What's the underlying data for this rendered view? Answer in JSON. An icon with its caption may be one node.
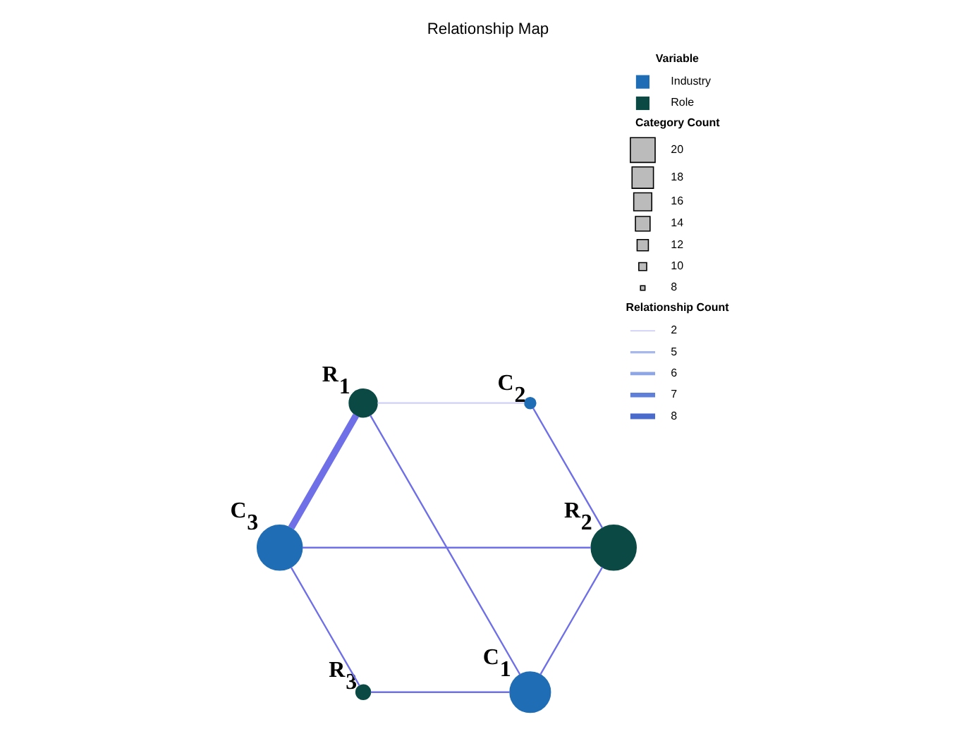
{
  "diagram": {
    "title": "Relationship Map",
    "nodes": [
      {
        "text": [],
        "shape": "circle",
        "beside": [
          "C$_{1}$"
        ]
      },
      {
        "text": [],
        "shape": "circle",
        "beside": [
          "C$_{2}$"
        ]
      },
      {
        "text": [],
        "shape": "circle",
        "beside": [
          "R$_{2}$"
        ]
      },
      {
        "text": [],
        "shape": "circle",
        "beside": [
          "C$_{3}$"
        ]
      },
      {
        "text": [],
        "shape": "circle",
        "beside": [
          "R$_{3}$"
        ]
      },
      {
        "text": [],
        "shape": "circle",
        "beside": [
          "R$_{1}$"
        ]
      }
    ],
    "edges": [
      {
        "from": 0,
        "to": 2,
        "arrow": "none"
      },
      {
        "from": 0,
        "to": 4,
        "arrow": "none"
      },
      {
        "from": 0,
        "to": 5,
        "arrow": "none"
      },
      {
        "from": 1,
        "to": 2,
        "arrow": "none"
      },
      {
        "from": 1,
        "to": 5,
        "arrow": "none",
        "color": "#d0d0f8"
      },
      {
        "from": 2,
        "to": 3,
        "arrow": "none"
      },
      {
        "from": 3,
        "to": 4,
        "arrow": "none"
      },
      {
        "from": 3,
        "to": 5,
        "arrow": "none",
        "style": "thick"
      }
    ],
    "labels": [
      "Variable",
      "Category Count",
      "Relationship Count"
    ],
    "legend": [
      {
        "text": "Industry",
        "color": "#1f6db5"
      },
      {
        "text": "Role",
        "color": "#0b4a44"
      },
      {
        "text": "20"
      },
      {
        "text": "18"
      },
      {
        "text": "16"
      },
      {
        "text": "14"
      },
      {
        "text": "12"
      },
      {
        "text": "10"
      },
      {
        "text": "8"
      },
      {
        "text": "2"
      },
      {
        "text": "5"
      },
      {
        "text": "6"
      },
      {
        "text": "7"
      },
      {
        "text": "8"
      }
    ]
  }
}
